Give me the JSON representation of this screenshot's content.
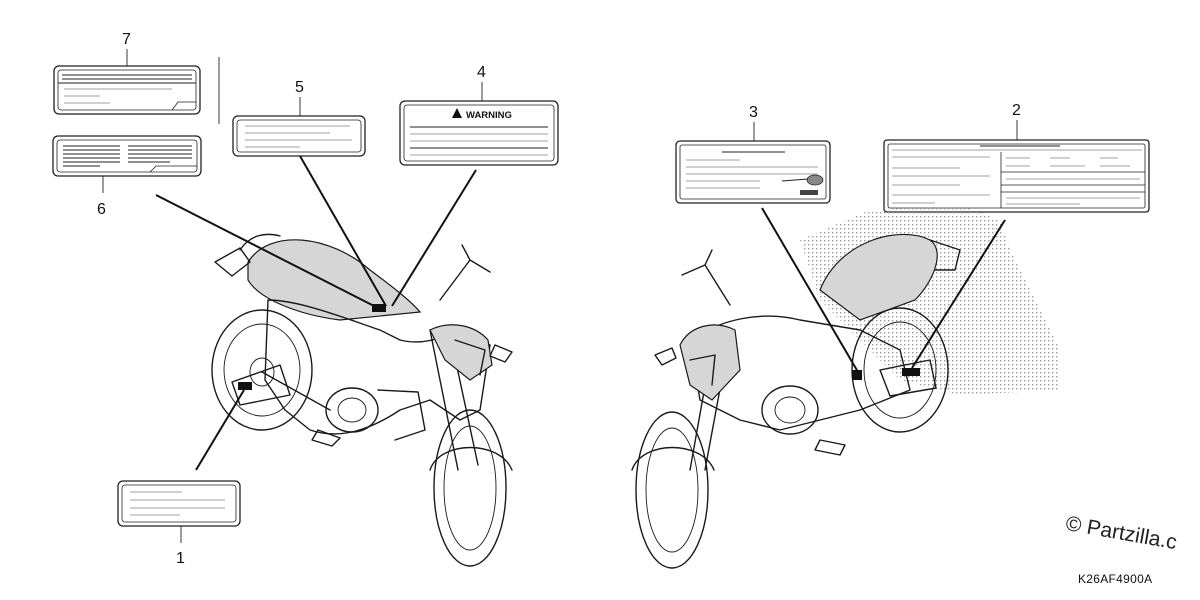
{
  "diagram": {
    "callouts": [
      "1",
      "2",
      "3",
      "4",
      "5",
      "6",
      "7"
    ],
    "warning_label_text": "WARNING",
    "watermark": "© Partzilla.c",
    "part_code": "K26AF4900A"
  }
}
